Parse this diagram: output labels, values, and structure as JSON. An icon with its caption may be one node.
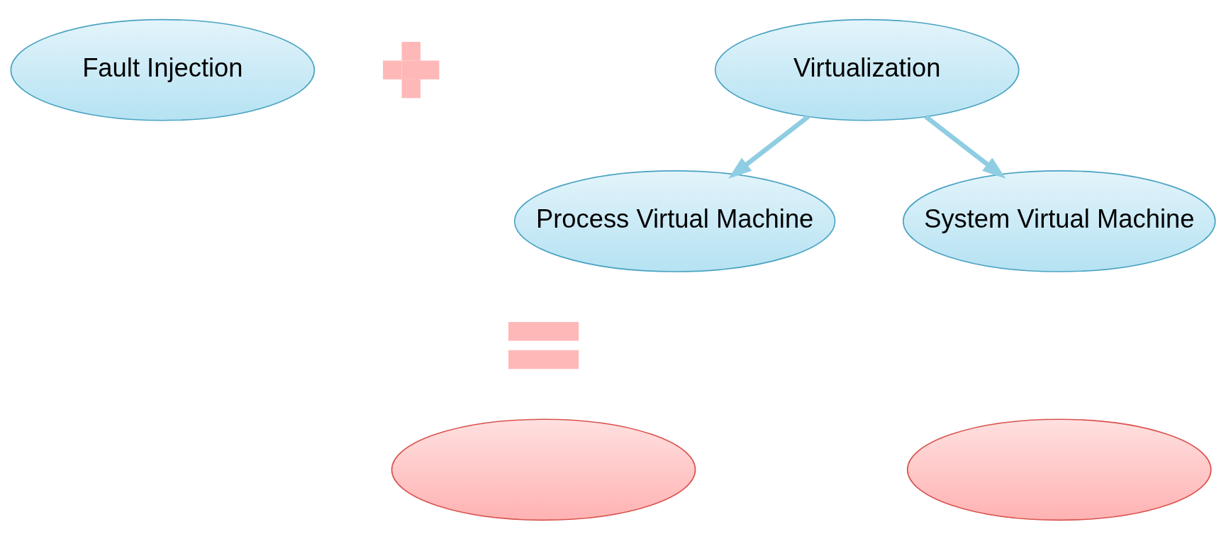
{
  "diagram": {
    "nodes": [
      {
        "text": [
          "Fault Injection"
        ]
      },
      {
        "text": [],
        "shape": "plus"
      },
      {
        "text": [
          "Virtualization"
        ]
      },
      {
        "text": [
          "Process Virtual Machine"
        ]
      },
      {
        "text": [
          "System Virtual Machine"
        ]
      },
      {
        "text": [],
        "shape": "equals"
      },
      {
        "text": [],
        "shape": "ellipse"
      },
      {
        "text": [],
        "shape": "ellipse"
      }
    ],
    "edges": [
      {
        "from": 2,
        "to": 3,
        "arrow": "to"
      },
      {
        "from": 2,
        "to": 4,
        "arrow": "to"
      }
    ]
  }
}
